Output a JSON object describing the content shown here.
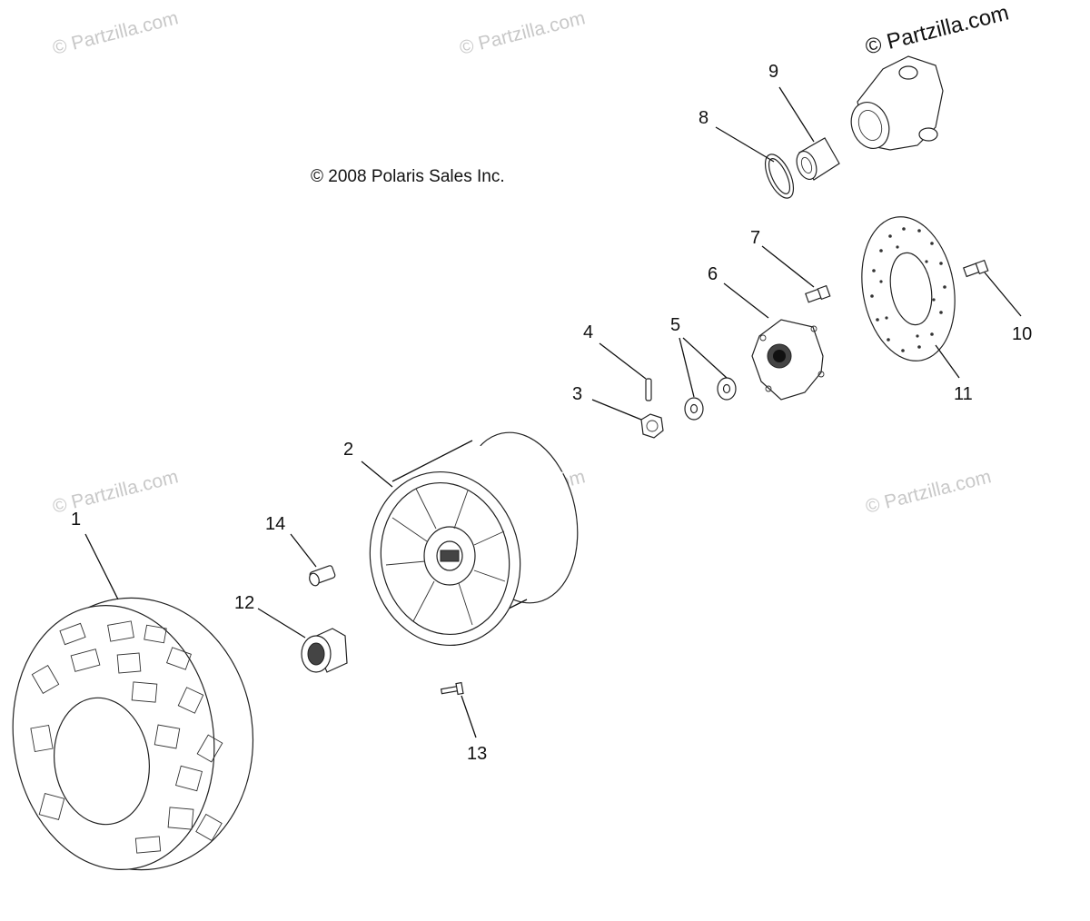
{
  "copyright": "© 2008 Polaris Sales Inc.",
  "watermark": "© Partzilla.com",
  "callouts": [
    "1",
    "2",
    "3",
    "4",
    "5",
    "6",
    "7",
    "8",
    "9",
    "10",
    "11",
    "12",
    "13",
    "14"
  ]
}
